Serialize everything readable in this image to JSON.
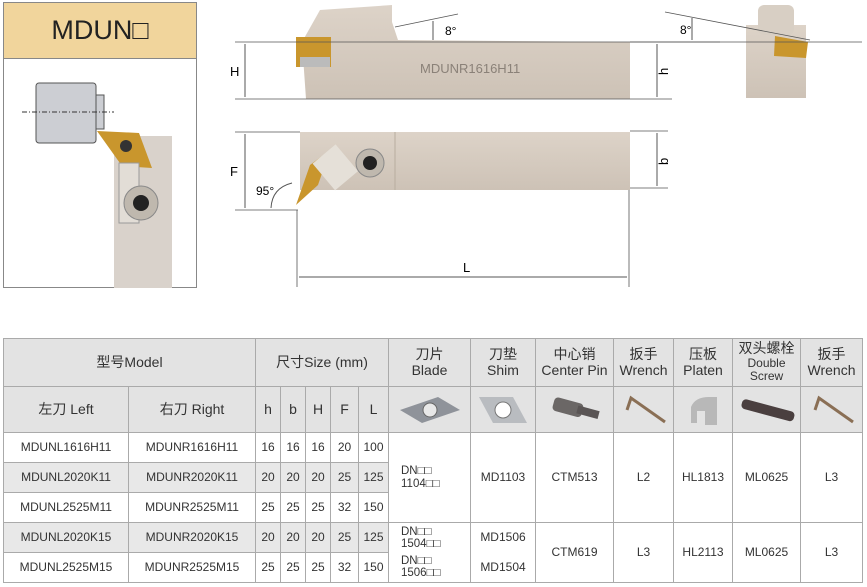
{
  "title": "MDUN□",
  "drawing": {
    "angle_top": "8°",
    "angle_end": "8°",
    "angle_lead": "95°",
    "dim_H": "H",
    "dim_h": "h",
    "dim_F": "F",
    "dim_b": "b",
    "dim_L": "L",
    "engraving": "MDUNR1616H11"
  },
  "table": {
    "header1": {
      "model": "型号Model",
      "size": "尺寸Size (mm)",
      "blade": [
        "刀片",
        "Blade"
      ],
      "shim": [
        "刀垫",
        "Shim"
      ],
      "center_pin": [
        "中心销",
        "Center Pin"
      ],
      "wrench": [
        "扳手",
        "Wrench"
      ],
      "platen": [
        "压板",
        "Platen"
      ],
      "double_screw": [
        "双头螺栓",
        "Double",
        "Screw"
      ],
      "wrench2": [
        "扳手",
        "Wrench"
      ]
    },
    "header2": {
      "left": "左刀 Left",
      "right": "右刀 Right",
      "h": "h",
      "b": "b",
      "H": "H",
      "F": "F",
      "L": "L"
    },
    "rows": [
      {
        "left": "MDUNL1616H11",
        "right": "MDUNR1616H11",
        "h": "16",
        "b": "16",
        "H": "16",
        "F": "20",
        "L": "100"
      },
      {
        "left": "MDUNL2020K11",
        "right": "MDUNR2020K11",
        "h": "20",
        "b": "20",
        "H": "20",
        "F": "25",
        "L": "125"
      },
      {
        "left": "MDUNL2525M11",
        "right": "MDUNR2525M11",
        "h": "25",
        "b": "25",
        "H": "25",
        "F": "32",
        "L": "150"
      },
      {
        "left": "MDUNL2020K15",
        "right": "MDUNR2020K15",
        "h": "20",
        "b": "20",
        "H": "20",
        "F": "25",
        "L": "125"
      },
      {
        "left": "MDUNL2525M15",
        "right": "MDUNR2525M15",
        "h": "25",
        "b": "25",
        "H": "25",
        "F": "32",
        "L": "150"
      }
    ],
    "group1": {
      "blade": [
        "DN□□",
        "1104□□"
      ],
      "shim": "MD1103",
      "center_pin": "CTM513",
      "wrench": "L2",
      "platen": "HL1813",
      "double_screw": "ML0625",
      "wrench2": "L3"
    },
    "group2": {
      "blade_a": [
        "DN□□",
        "1504□□"
      ],
      "blade_b": [
        "DN□□",
        "1506□□"
      ],
      "shim_a": "MD1506",
      "shim_b": "MD1504",
      "center_pin": "CTM619",
      "wrench": "L3",
      "platen": "HL2113",
      "double_screw": "ML0625",
      "wrench2": "L3"
    }
  }
}
